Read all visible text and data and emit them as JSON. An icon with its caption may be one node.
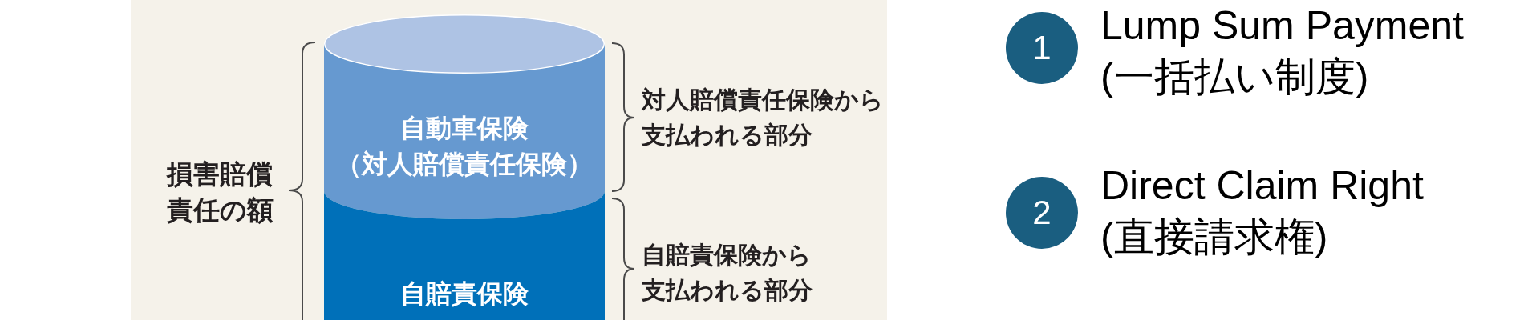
{
  "diagram": {
    "nodes": [
      {
        "text": [
          "自動車保険",
          "（対人賠償責任保険）"
        ]
      },
      {
        "text": [
          "自賠責保険"
        ]
      },
      {
        "text": [
          "1"
        ],
        "beside": [
          "Lump Sum Payment",
          "(一括払い制度)"
        ]
      },
      {
        "text": [
          "2"
        ],
        "beside": [
          "Direct Claim Right",
          "(直接請求権)"
        ]
      }
    ],
    "labels": [
      "損害賠償責任の額",
      "対人賠償責任保険から支払われる部分",
      "自賠責保険から支払われる部分"
    ]
  }
}
